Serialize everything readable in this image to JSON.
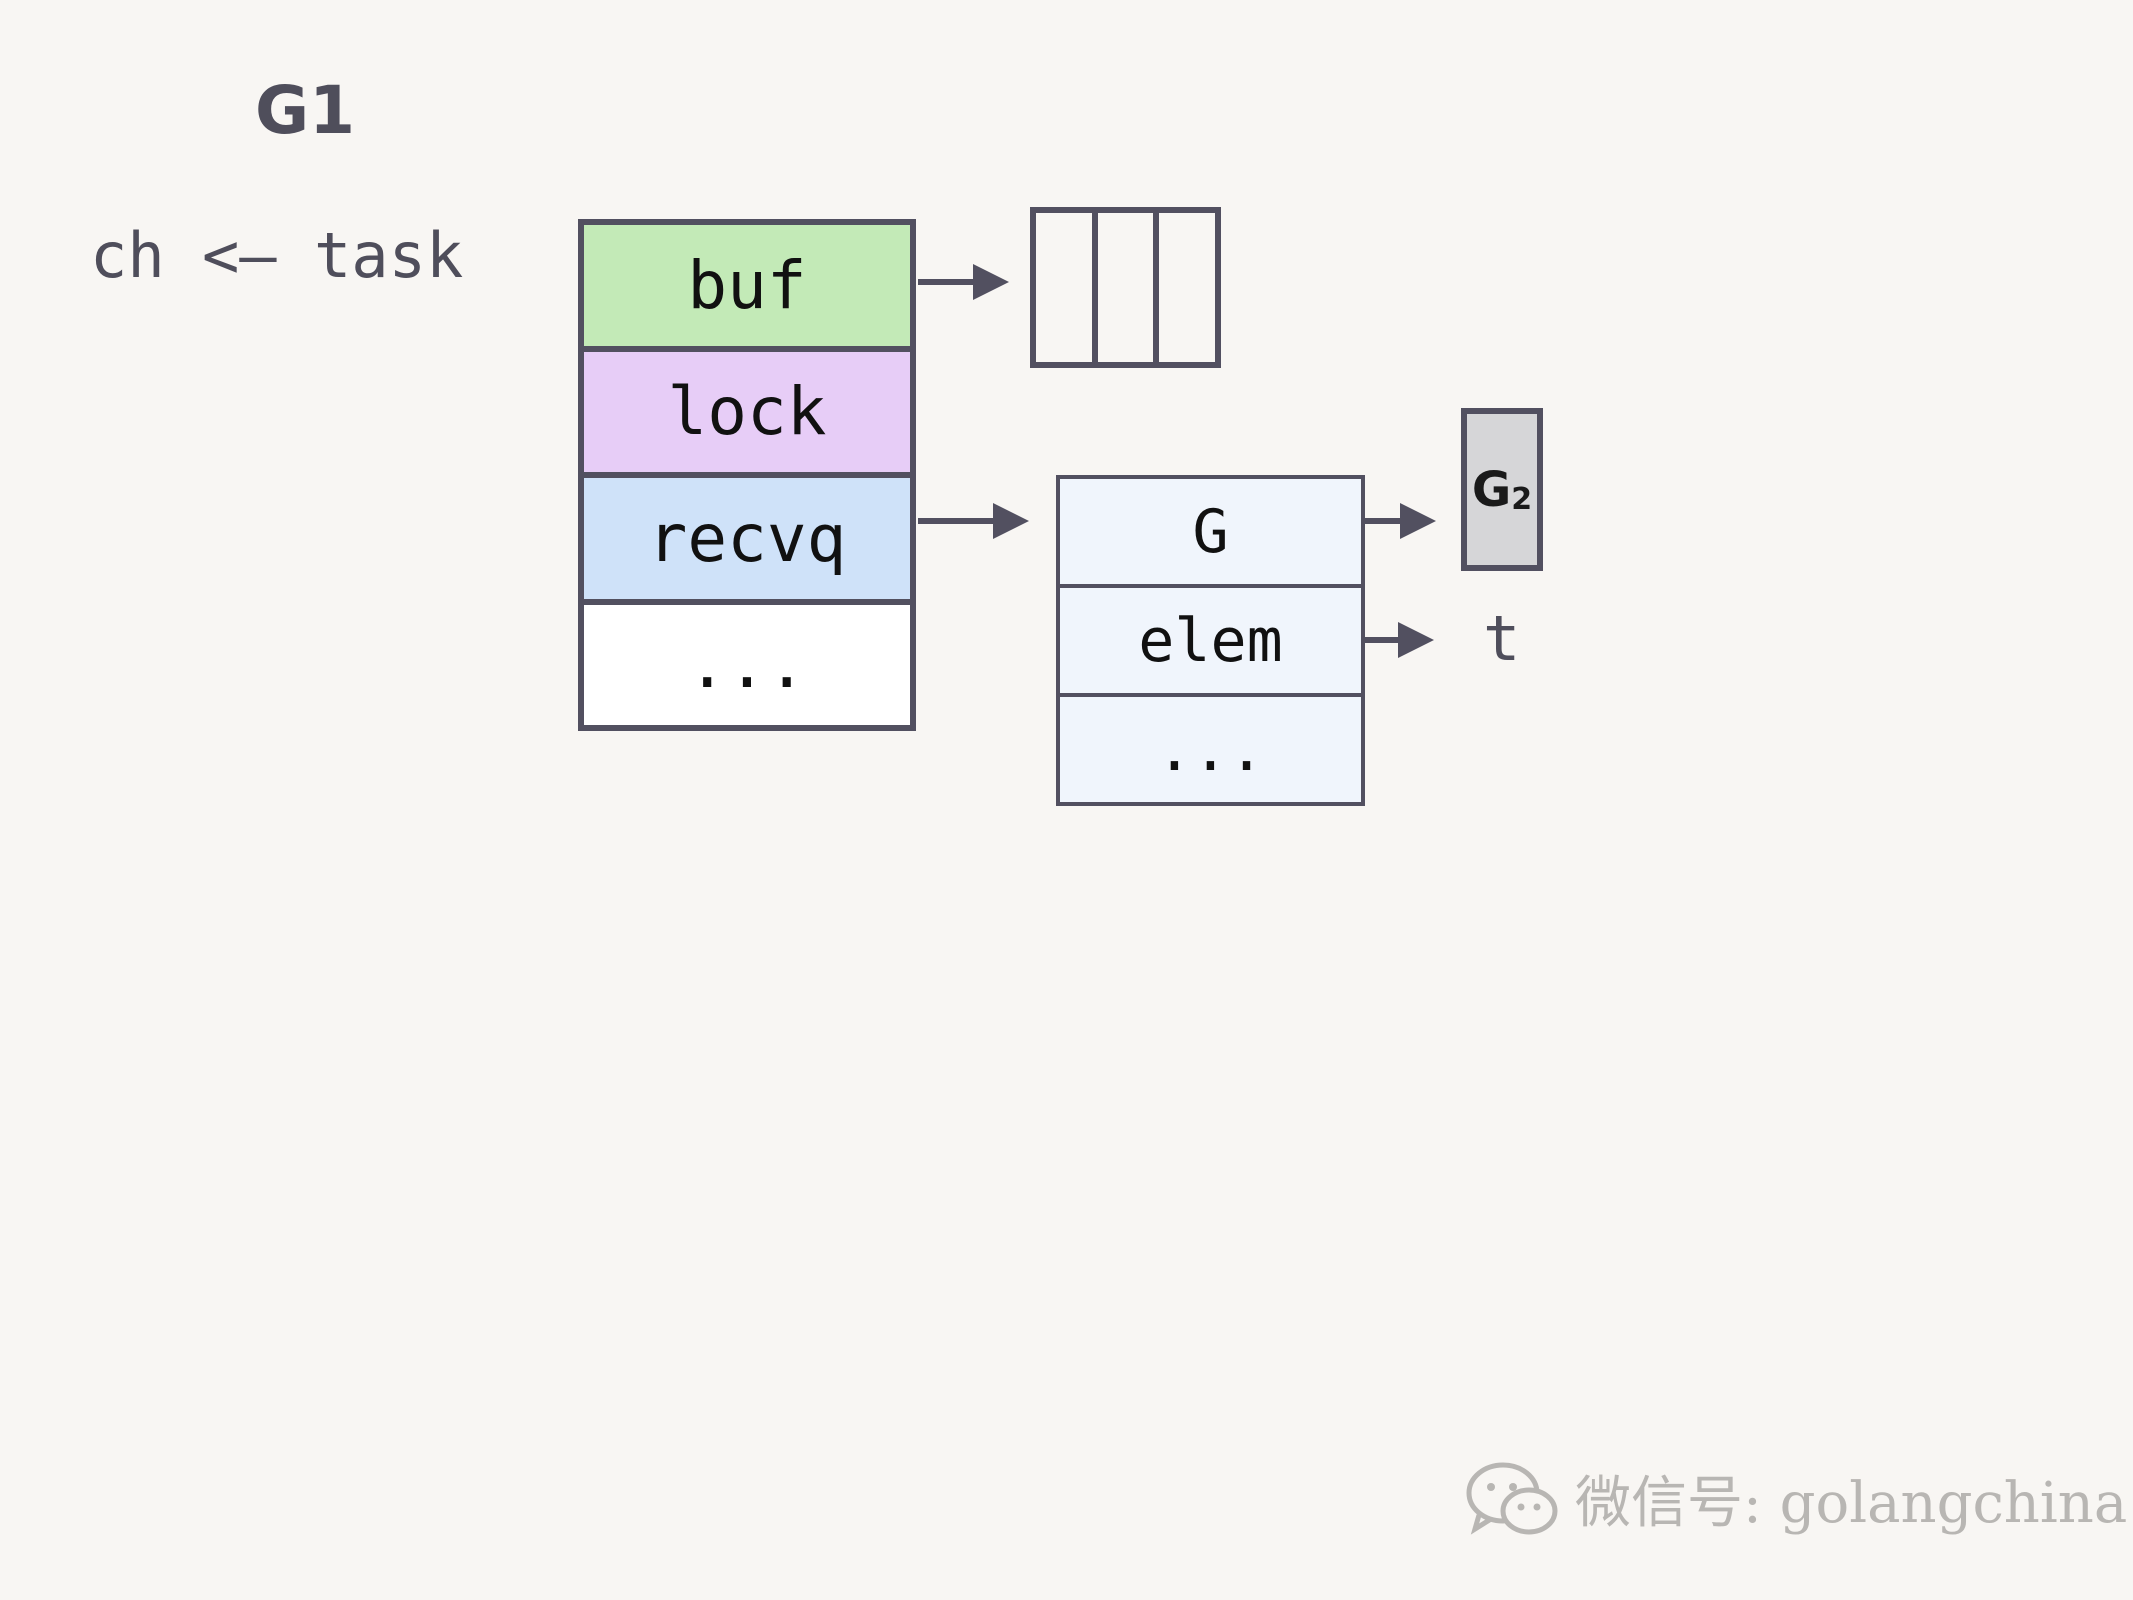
{
  "goroutine": {
    "title": "G1"
  },
  "code": {
    "statement": "ch <– task"
  },
  "hchan": {
    "fields": [
      {
        "label": "buf",
        "color": "#c3eab7"
      },
      {
        "label": "lock",
        "color": "#e7cdf7"
      },
      {
        "label": "recvq",
        "color": "#cfe2f9"
      },
      {
        "label": "...",
        "color": "#ffffff"
      }
    ]
  },
  "ring_buffer": {
    "slots": 3
  },
  "sudog": {
    "fields": [
      {
        "label": "G"
      },
      {
        "label": "elem"
      },
      {
        "label": "..."
      }
    ]
  },
  "waiting_goroutine": {
    "name": "G",
    "subscript": "2"
  },
  "elem_target": {
    "label": "t"
  },
  "watermark": {
    "text": "微信号: golangchina",
    "icon": "wechat-icon"
  }
}
